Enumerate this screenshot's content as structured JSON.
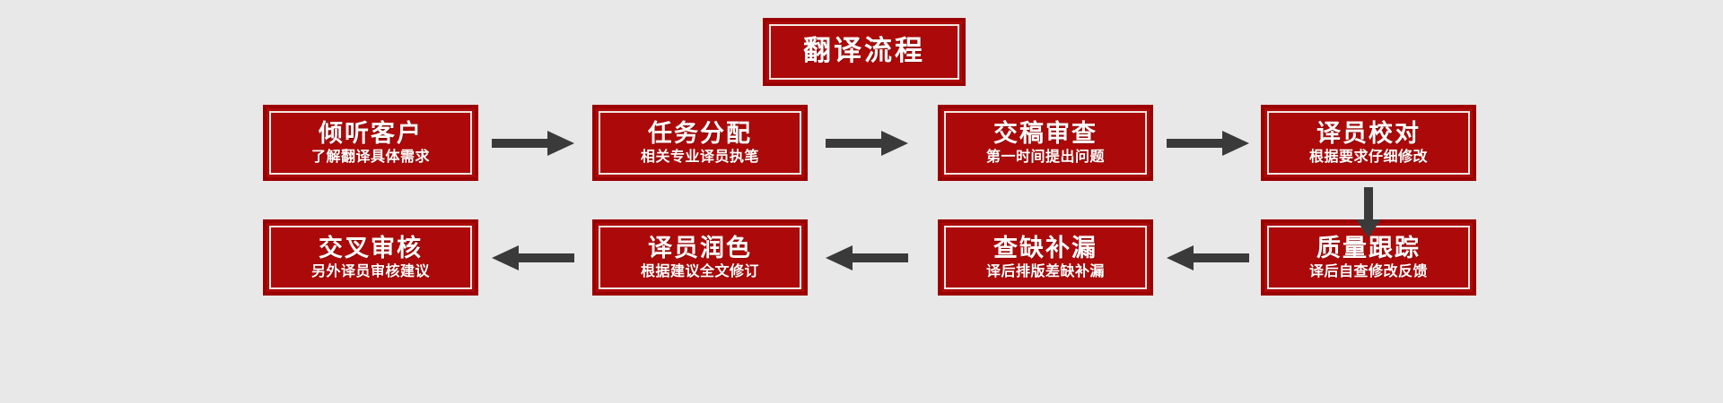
{
  "page": {
    "background_color": "#e8e8e8",
    "box_fill_color": "#ac0a0a",
    "box_border_color": "#9b0000",
    "box_inner_border_color": "#f2e7e2",
    "text_color": "#ffffff",
    "arrow_color": "#3a3a3a"
  },
  "title": {
    "label": "翻译流程"
  },
  "rows": [
    {
      "direction": "right",
      "nodes": [
        {
          "title": "倾听客户",
          "subtitle": "了解翻译具体需求"
        },
        {
          "title": "任务分配",
          "subtitle": "相关专业译员执笔"
        },
        {
          "title": "交稿审查",
          "subtitle": "第一时间提出问题"
        },
        {
          "title": "译员校对",
          "subtitle": "根据要求仔细修改"
        }
      ]
    },
    {
      "direction": "left",
      "nodes": [
        {
          "title": "交叉审核",
          "subtitle": "另外译员审核建议"
        },
        {
          "title": "译员润色",
          "subtitle": "根据建议全文修订"
        },
        {
          "title": "查缺补漏",
          "subtitle": "译后排版差缺补漏"
        },
        {
          "title": "质量跟踪",
          "subtitle": "译后自查修改反馈"
        }
      ]
    }
  ],
  "arrows": {
    "right_icon": "arrow-right-icon",
    "left_icon": "arrow-left-icon",
    "down_icon": "arrow-down-icon"
  }
}
